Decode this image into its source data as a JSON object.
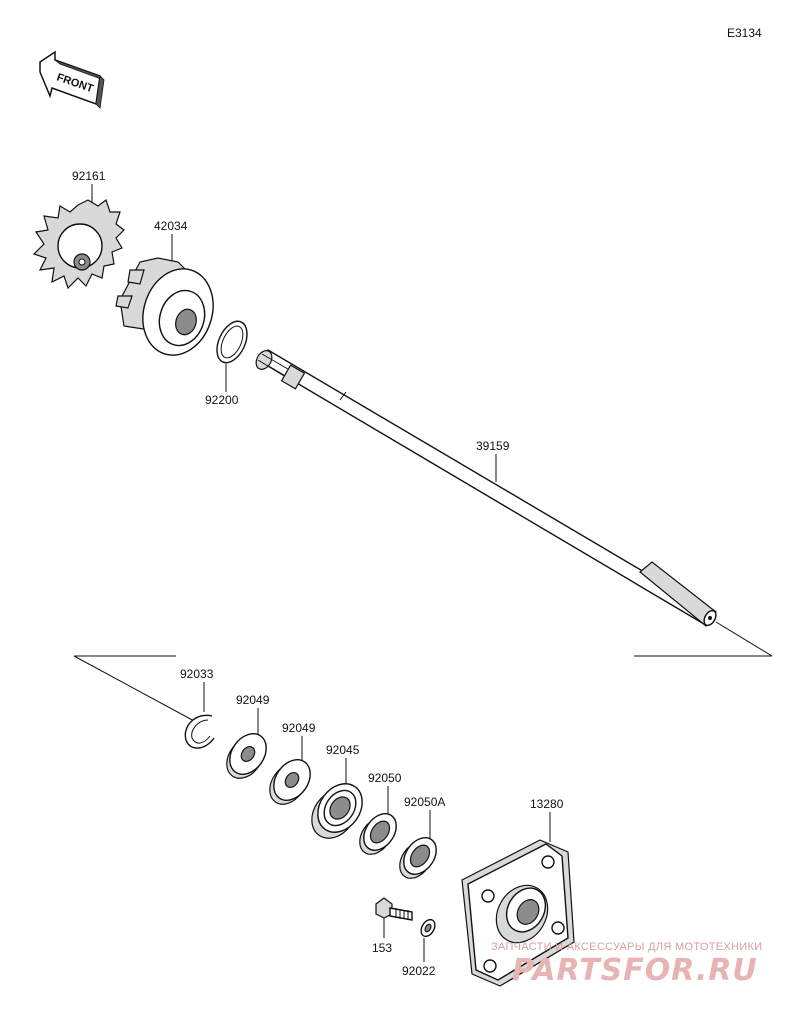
{
  "diagram_code": "E3134",
  "front_label": "FRONT",
  "parts": {
    "impeller_vane": "92161",
    "impeller": "42034",
    "shim_ring": "92200",
    "shaft": "39159",
    "circlip": "92033",
    "collar_1": "92049",
    "collar_2": "92049",
    "bearing": "92045",
    "oil_seal": "92050",
    "oil_seal_a": "92050A",
    "housing": "13280",
    "bolt": "153",
    "washer": "92022"
  },
  "watermark": {
    "tagline": "ЗАПЧАСТИ И АКСЕССУАРЫ ДЛЯ МОТОТЕХНИКИ",
    "brand": "PARTSFOR.RU"
  }
}
